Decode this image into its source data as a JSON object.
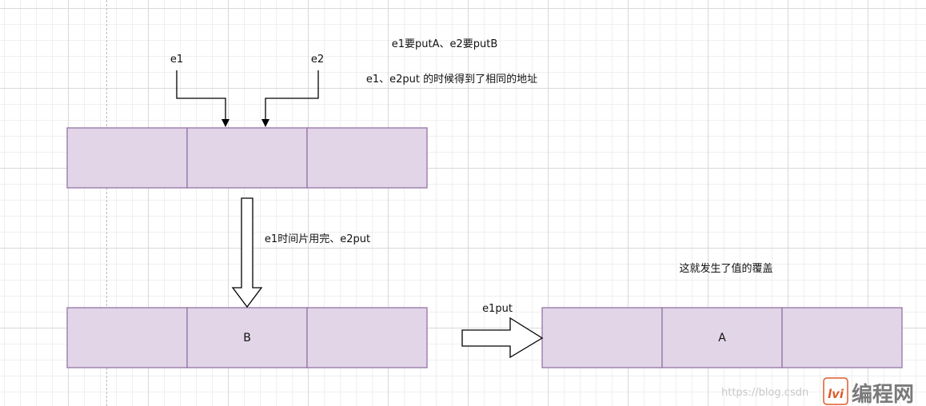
{
  "diagram": {
    "labels": {
      "e1": "e1",
      "e2": "e2",
      "note_put": "e1要putA、e2要putB",
      "note_addr": "e1、e2put 的时候得到了相同的地址",
      "note_timeslice": "e1时间片用完、e2put",
      "note_overwrite": "这就发生了值的覆盖",
      "e1put": "e1put"
    },
    "arrays": {
      "top": [
        "",
        "",
        ""
      ],
      "bottom_left": [
        "",
        "B",
        ""
      ],
      "bottom_right": [
        "",
        "A",
        ""
      ]
    },
    "colors": {
      "cell_fill": "#e1d5e7",
      "cell_stroke": "#9673a6"
    }
  },
  "watermark": {
    "url": "https://blog.csdn",
    "logo_glyph": "lvi",
    "brand": "编程网"
  }
}
